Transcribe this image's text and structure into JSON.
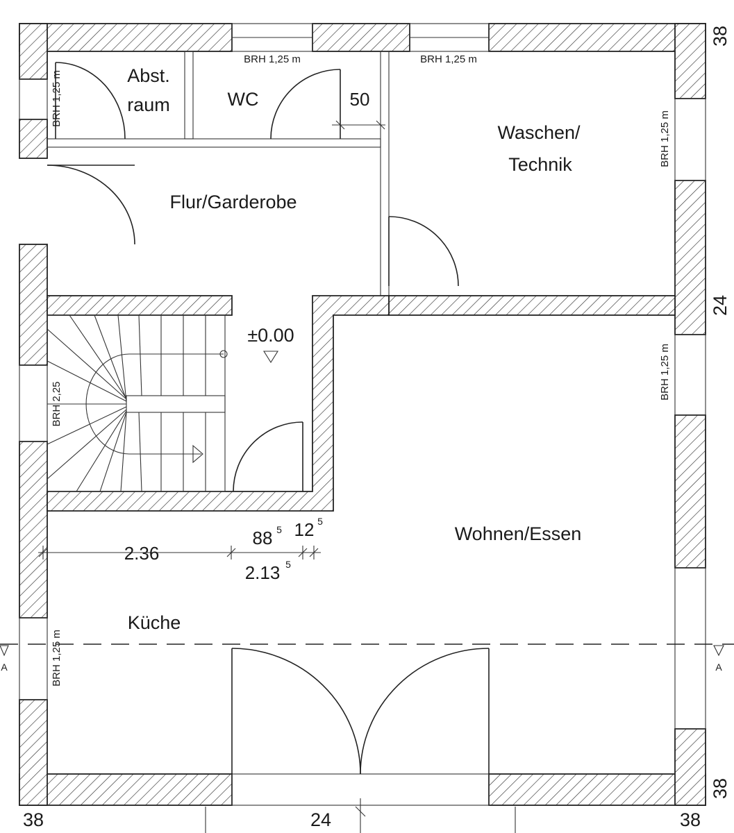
{
  "rooms": {
    "abst_line1": "Abst.",
    "abst_line2": "raum",
    "wc": "WC",
    "waschen_line1": "Waschen/",
    "waschen_line2": "Technik",
    "flur": "Flur/Garderobe",
    "wohnen": "Wohnen/Essen",
    "kueche": "Küche"
  },
  "level": {
    "value": "±0.00"
  },
  "dimensions": {
    "d50": "50",
    "d236": "2.36",
    "d88": "88",
    "d88_sup": "5",
    "d12": "12",
    "d12_sup": "5",
    "d213": "2.13",
    "d213_sup": "5"
  },
  "sill_heights": {
    "top_a": "BRH 1,25 m",
    "top_b": "BRH 1,25 m",
    "left_upper": "BRH 1,25 m",
    "left_stair": "BRH 2,25",
    "left_lower": "BRH 1,25 m",
    "right_upper": "BRH 1,25 m",
    "right_middle": "BRH 1,25 m"
  },
  "edge_dims": {
    "bottom_left": "38",
    "bottom_center": "24",
    "bottom_right": "38",
    "right_top": "38",
    "right_middle": "24",
    "right_bottom": "38"
  },
  "section_marks": {
    "left": "A",
    "right": "A"
  }
}
